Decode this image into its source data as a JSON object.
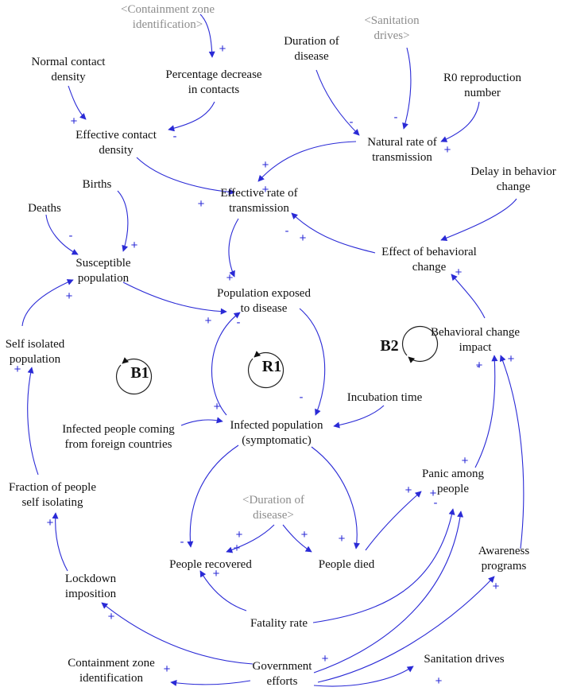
{
  "nodes": {
    "containment_shadow": [
      "<Containment zone",
      "identification>"
    ],
    "normal_contact": [
      "Normal contact",
      "density"
    ],
    "pct_decrease": [
      "Percentage decrease",
      "in contacts"
    ],
    "duration": [
      "Duration of",
      "disease"
    ],
    "sanitation_shadow": [
      "<Sanitation",
      "drives>"
    ],
    "r0": [
      "R0 reproduction",
      "number"
    ],
    "effective_contact": [
      "Effective contact",
      "density"
    ],
    "natural_rate": [
      "Natural rate of",
      "transmission"
    ],
    "births": [
      "Births"
    ],
    "delay_behavior": [
      "Delay in behavior",
      "change"
    ],
    "deaths": [
      "Deaths"
    ],
    "effective_rate": [
      "Effective rate of",
      "transmission"
    ],
    "susceptible": [
      "Susceptible",
      "population"
    ],
    "effect_behavioral": [
      "Effect of behavioral",
      "change"
    ],
    "exposed": [
      "Population exposed",
      "to disease"
    ],
    "self_isolated": [
      "Self isolated",
      "population"
    ],
    "behavioral_impact": [
      "Behavioral change",
      "impact"
    ],
    "incubation": [
      "Incubation time"
    ],
    "infected": [
      "Infected population",
      "(symptomatic)"
    ],
    "foreign": [
      "Infected people coming",
      "from foreign countries"
    ],
    "fraction_isolating": [
      "Fraction of people",
      "self isolating"
    ],
    "panic": [
      "Panic among",
      "people"
    ],
    "duration_shadow": [
      "<Duration of",
      "disease>"
    ],
    "awareness": [
      "Awareness",
      "programs"
    ],
    "recovered": [
      "People recovered"
    ],
    "died": [
      "People died"
    ],
    "lockdown": [
      "Lockdown",
      "imposition"
    ],
    "fatality": [
      "Fatality rate"
    ],
    "containment": [
      "Containment zone",
      "identification"
    ],
    "government": [
      "Government",
      "efforts"
    ],
    "sanitation": [
      "Sanitation drives"
    ]
  },
  "loops": {
    "b1": "B1",
    "r1": "R1",
    "b2": "B2"
  },
  "polarities": [
    "+",
    "+",
    "-",
    "+",
    "-",
    "-",
    "+",
    "-",
    "+",
    "+",
    "+",
    "-",
    "+",
    "+",
    "+",
    "-",
    "+",
    "+",
    "-",
    "+",
    "+",
    "+",
    "+",
    "+",
    "-",
    "+",
    "-",
    "+",
    "+",
    "+",
    "-",
    "+",
    "+",
    "+",
    "+",
    "+",
    "+",
    "+",
    "+",
    "+"
  ]
}
